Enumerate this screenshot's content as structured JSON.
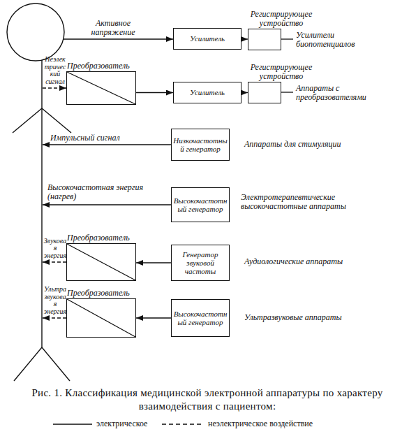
{
  "diagram": {
    "caption": "Рис. 1. Классификация медицинской электронной аппаратуры по характеру взаимодействия с пациентом:",
    "nodes": [
      {
        "text": [
          "Усилитель"
        ]
      },
      {
        "text": [
          "Регистрирующее устройство"
        ]
      },
      {
        "text": [
          "Преобразователь"
        ]
      },
      {
        "text": [
          "Усилитель"
        ]
      },
      {
        "text": [
          "Регистрирующее устройство"
        ]
      },
      {
        "text": [
          "Низкочастотный генератор"
        ]
      },
      {
        "text": [
          "Высокочастотный генератор"
        ]
      },
      {
        "text": [
          "Преобразователь"
        ]
      },
      {
        "text": [
          "Генератор звуковой частоты"
        ]
      },
      {
        "text": [
          "Преобразователь"
        ]
      },
      {
        "text": [
          "Высокочастотный генератор"
        ]
      }
    ],
    "edges": [
      {
        "from": 0,
        "to": 1,
        "arrow": "to"
      },
      {
        "from": 2,
        "to": 3,
        "arrow": "to"
      },
      {
        "from": 3,
        "to": 4,
        "arrow": "to"
      },
      {
        "from": 8,
        "to": 7,
        "arrow": "to"
      },
      {
        "from": 10,
        "to": 9,
        "arrow": "to"
      }
    ],
    "labels": [
      "Активное напряжение",
      "Усилители биопотенциалов",
      "Неэлектрический сигнал",
      "Аппараты с преобразователями",
      "Импульсный сигнал",
      "Аппараты для стимуляции",
      "Высокочастотная энергия (нагрев)",
      "Электротерапевтические высокочастотные аппараты",
      "Звуковая энергия",
      "Аудиологические аппараты",
      "Ультразвуковые аппараты",
      "Ультразвуковая энергия"
    ],
    "legend": [
      {
        "text": "электрическое"
      },
      {
        "text": "неэлектрическое воздействие"
      }
    ]
  }
}
